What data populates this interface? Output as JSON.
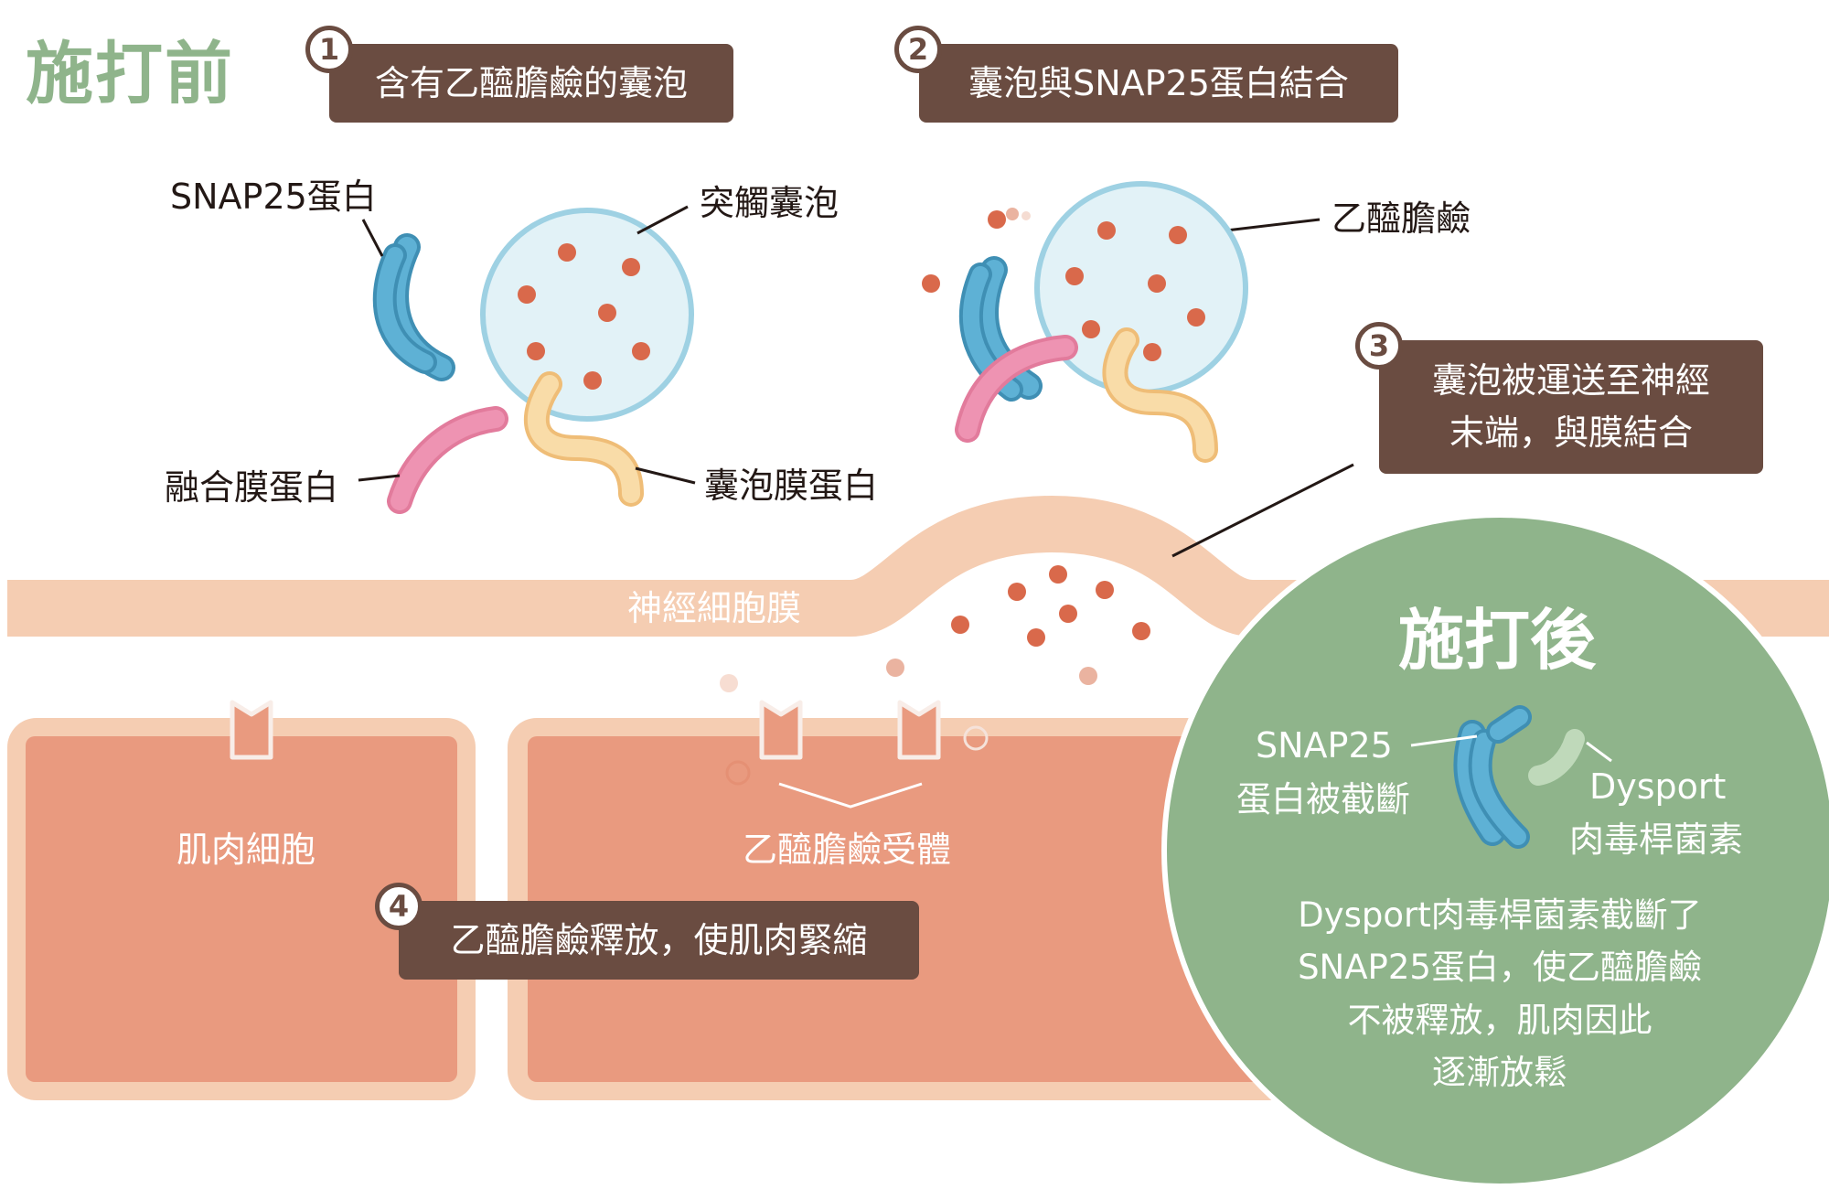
{
  "before": {
    "title": "施打前"
  },
  "steps": [
    {
      "number": "1",
      "text": "含有乙醯膽鹼的囊泡"
    },
    {
      "number": "2",
      "text": "囊泡與SNAP25蛋白結合"
    },
    {
      "number": "3",
      "lines": [
        "囊泡被運送至神經",
        "末端，與膜結合"
      ]
    },
    {
      "number": "4",
      "text": "乙醯膽鹼釋放，使肌肉緊縮"
    }
  ],
  "labels": {
    "snap25_protein": "SNAP25蛋白",
    "synaptic_vesicle": "突觸囊泡",
    "syntaxin": "融合膜蛋白",
    "synaptobrevin": "囊泡膜蛋白",
    "acetylcholine": "乙醯膽鹼",
    "nerve_membrane": "神經細胞膜",
    "muscle_cell": "肌肉細胞",
    "ach_receptor": "乙醯膽鹼受體"
  },
  "after": {
    "title": "施打後",
    "snap25_cut": [
      "SNAP25",
      "蛋白被截斷"
    ],
    "toxin": [
      "Dysport",
      "肉毒桿菌素"
    ],
    "description": [
      "Dysport肉毒桿菌素截斷了",
      "SNAP25蛋白，使乙醯膽鹼",
      "不被釋放，肌肉因此",
      "逐漸放鬆"
    ]
  },
  "colors": {
    "green_accent": "#8fb48b",
    "step_box": "#6a4c41",
    "membrane": "#f5cdb2",
    "muscle": "#e99a7f",
    "vesicle_fill": "#e2f2f7",
    "vesicle_stroke": "#9ed1e3",
    "acetylcholine_dot": "#d9694b",
    "snap25_blue": "#5eb1d5",
    "syntaxin_pink": "#ee93b2",
    "synaptobrevin_yellow": "#f5cb8d"
  },
  "icons": [
    "snap25-protein-icon",
    "vesicle-icon",
    "syntaxin-icon",
    "synaptobrevin-icon",
    "acetylcholine-dot-icon",
    "receptor-icon",
    "toxin-icon"
  ]
}
